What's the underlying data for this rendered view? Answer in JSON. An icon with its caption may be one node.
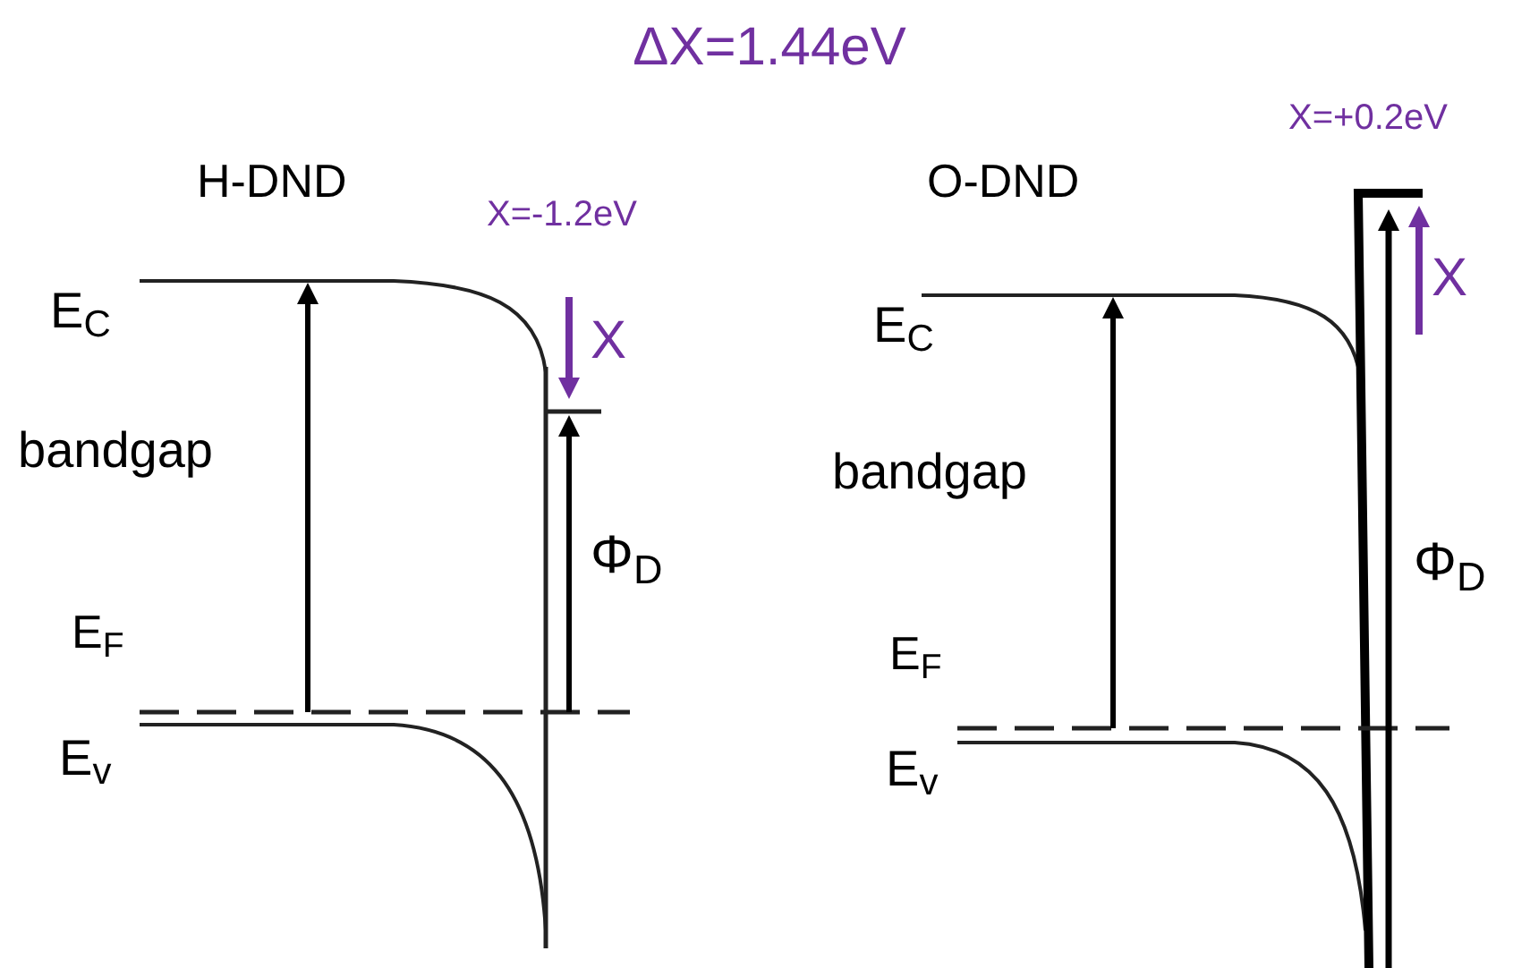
{
  "diagram": {
    "title": "ΔX=1.44eV",
    "labels": [
      "H-DND",
      "X=-1.2eV",
      "O-DND",
      "X=+0.2eV",
      "E$_{C}$",
      "X",
      "E$_{C}$",
      "X",
      "bandgap",
      "bandgap",
      "Φ$_{D}$",
      "Φ$_{D}$",
      "E$_{F}$",
      "E$_{F}$",
      "E$_{v}$",
      "E$_{v}$"
    ]
  }
}
